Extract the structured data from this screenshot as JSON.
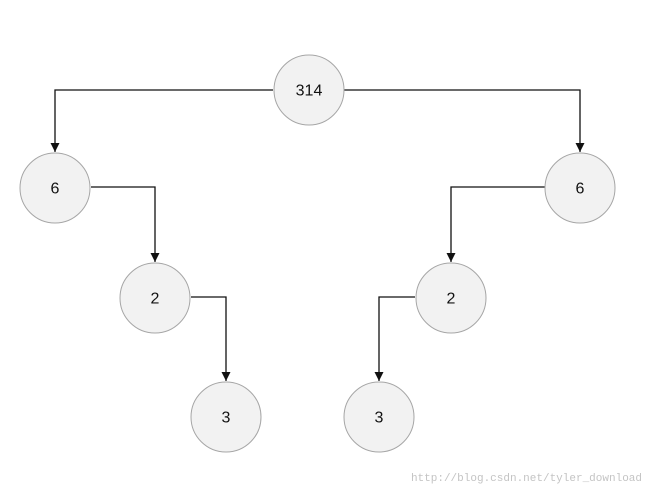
{
  "diagram": {
    "nodes": [
      {
        "id": "root",
        "label": "314"
      },
      {
        "id": "left-child",
        "label": "6"
      },
      {
        "id": "right-child",
        "label": "6"
      },
      {
        "id": "left-grandchild",
        "label": "2"
      },
      {
        "id": "right-grandchild",
        "label": "2"
      },
      {
        "id": "left-leaf",
        "label": "3"
      },
      {
        "id": "right-leaf",
        "label": "3"
      }
    ],
    "edges": [
      {
        "from": "root",
        "to": "left-child"
      },
      {
        "from": "root",
        "to": "right-child"
      },
      {
        "from": "left-child",
        "to": "left-grandchild"
      },
      {
        "from": "right-child",
        "to": "right-grandchild"
      },
      {
        "from": "left-grandchild",
        "to": "left-leaf"
      },
      {
        "from": "right-grandchild",
        "to": "right-leaf"
      }
    ],
    "colors": {
      "node_fill": "#f2f2f2",
      "node_stroke": "#a6a6a6",
      "edge": "#111111",
      "watermark": "#c4c4c4"
    }
  },
  "watermark": "http://blog.csdn.net/tyler_download"
}
